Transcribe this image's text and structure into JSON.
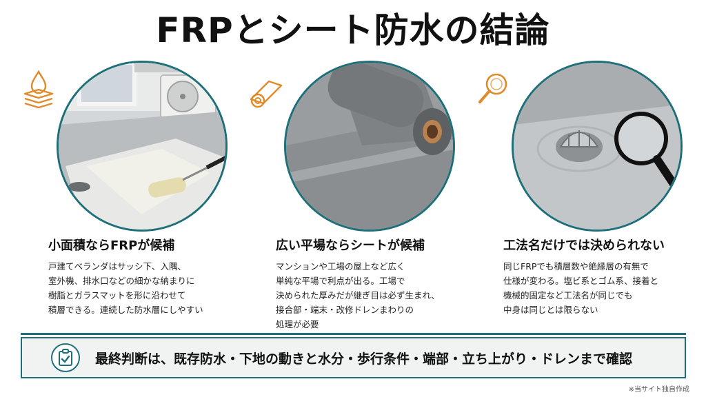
{
  "title": "FRPとシート防水の結論",
  "columns": [
    {
      "heading": "小面積ならFRPが候補",
      "lines": [
        "戸建てベランダはサッシ下、入隅、",
        "室外機、排水口などの細かな納まりに",
        "樹脂とガラスマットを形に沿わせて",
        "積層できる。連続した防水層にしやすい"
      ],
      "icon": "droplet-layers-icon"
    },
    {
      "heading": "広い平場ならシートが候補",
      "lines": [
        "マンションや工場の屋上など広く",
        "単純な平場で利点が出る。工場で",
        "決められた厚みだが継ぎ目は必ず生まれ、",
        "接合部・端末・改修ドレンまわりの",
        "処理が必要"
      ],
      "icon": "sheet-roll-icon"
    },
    {
      "heading": "工法名だけでは決められない",
      "lines": [
        "同じFRPでも積層数や絶縁層の有無で",
        "仕様が変わる。塩ビ系とゴム系、接着と",
        "機械的固定など工法名が同じでも",
        "中身は同じとは限らない"
      ],
      "icon": "magnifier-icon"
    }
  ],
  "summary": "最終判断は、既存防水・下地の動きと水分・歩行条件・端部・立ち上がり・ドレンまで確認",
  "footnote": "※当サイト独自作成",
  "colors": {
    "accent": "#1d6f7a",
    "icon_orange": "#e08a2a"
  }
}
